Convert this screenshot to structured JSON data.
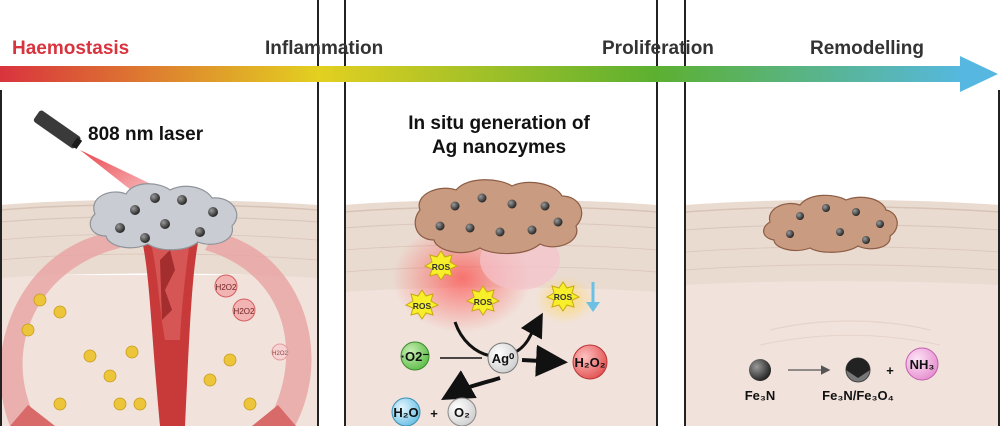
{
  "phases": [
    "Haemostasis",
    "Inflammation",
    "Proliferation",
    "Remodelling"
  ],
  "colors": {
    "haemostasis": "#d9333e",
    "inflammation": "#e3d020",
    "proliferation": "#5cb030",
    "remodelling": "#56b8e0",
    "skin_top": "#ecdcd2",
    "dermis": "#f2e6e0",
    "gel": "#c9cdd3",
    "crust": "#c99b80",
    "blood": "#c93434",
    "ros_star": "#f7ef2a"
  },
  "panel1": {
    "laser_label": "808 nm laser",
    "h2o2_labels": [
      "H2O2",
      "H2O2",
      "H2O2"
    ]
  },
  "panel2": {
    "title_line1": "In situ generation of",
    "title_line2": "Ag nanozymes",
    "ros_labels": [
      "ROS",
      "ROS",
      "ROS",
      "ROS"
    ],
    "superoxide": "·O2⁻",
    "silver": "Ag⁰",
    "h2o2": "H₂O₂",
    "water": "H₂O",
    "plus": "+",
    "oxygen": "O₂"
  },
  "panel3": {
    "fe3n": "Fe₃N",
    "composite": "Fe₃N/Fe₃O₄",
    "plus": "+",
    "ammonia": "NH₃"
  }
}
